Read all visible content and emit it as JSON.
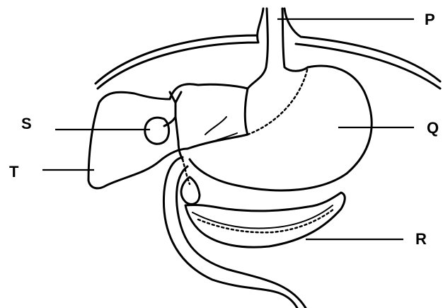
{
  "labels": {
    "P": "P",
    "Q": "Q",
    "R": "R",
    "S": "S",
    "T": "T"
  },
  "colors": {
    "line": "#000000",
    "background": "#ffffff"
  }
}
